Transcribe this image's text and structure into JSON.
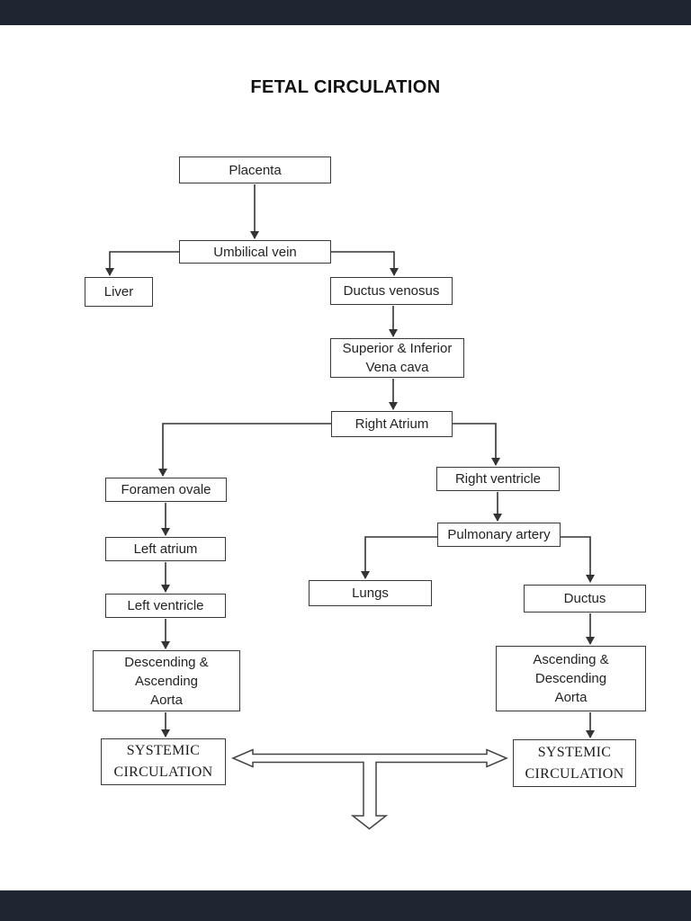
{
  "title": "FETAL CIRCULATION",
  "colors": {
    "viewer_band": "#1f2631",
    "line": "#333333",
    "page_background": "#ffffff"
  },
  "nodes": {
    "placenta": {
      "label": "Placenta"
    },
    "umbilical_vein": {
      "label": "Umbilical vein"
    },
    "liver": {
      "label": "Liver"
    },
    "ductus_venosus": {
      "label": "Ductus venosus"
    },
    "vena_cava": {
      "label": "Superior & Inferior\nVena cava"
    },
    "right_atrium": {
      "label": "Right Atrium"
    },
    "foramen_ovale": {
      "label": "Foramen ovale"
    },
    "left_atrium": {
      "label": "Left atrium"
    },
    "left_ventricle": {
      "label": "Left ventricle"
    },
    "descending_aorta": {
      "label": "Descending &\nAscending\nAorta"
    },
    "systemic_left": {
      "label": "SYSTEMIC\nCIRCULATION"
    },
    "right_ventricle": {
      "label": "Right ventricle"
    },
    "pulmonary_artery": {
      "label": "Pulmonary artery"
    },
    "lungs": {
      "label": "Lungs"
    },
    "ductus": {
      "label": "Ductus"
    },
    "ascending_aorta": {
      "label": "Ascending &\nDescending\nAorta"
    },
    "systemic_right": {
      "label": "SYSTEMIC\nCIRCULATION"
    }
  },
  "edges": [
    {
      "from": "Placenta",
      "to": "Umbilical vein"
    },
    {
      "from": "Umbilical vein",
      "to": "Liver"
    },
    {
      "from": "Umbilical vein",
      "to": "Ductus venosus"
    },
    {
      "from": "Ductus venosus",
      "to": "Superior & Inferior Vena cava"
    },
    {
      "from": "Superior & Inferior Vena cava",
      "to": "Right Atrium"
    },
    {
      "from": "Right Atrium",
      "to": "Foramen ovale"
    },
    {
      "from": "Right Atrium",
      "to": "Right ventricle"
    },
    {
      "from": "Foramen ovale",
      "to": "Left atrium"
    },
    {
      "from": "Left atrium",
      "to": "Left ventricle"
    },
    {
      "from": "Left ventricle",
      "to": "Descending & Ascending Aorta"
    },
    {
      "from": "Descending & Ascending Aorta",
      "to": "SYSTEMIC CIRCULATION (left)"
    },
    {
      "from": "Right ventricle",
      "to": "Pulmonary artery"
    },
    {
      "from": "Pulmonary artery",
      "to": "Lungs"
    },
    {
      "from": "Pulmonary artery",
      "to": "Ductus"
    },
    {
      "from": "Ductus",
      "to": "Ascending & Descending Aorta"
    },
    {
      "from": "Ascending & Descending Aorta",
      "to": "SYSTEMIC CIRCULATION (right)"
    }
  ]
}
